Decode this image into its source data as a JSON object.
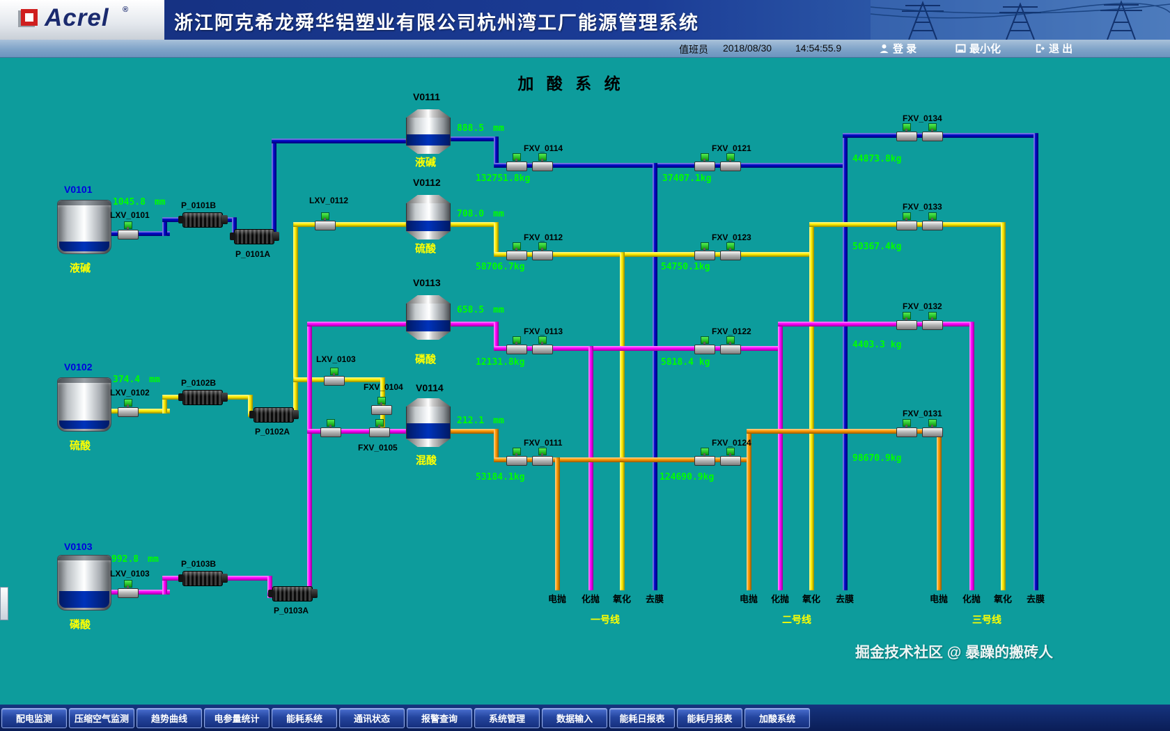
{
  "header": {
    "brand": "Acrel",
    "brand_reg": "®",
    "title": "浙江阿克希龙舜华铝塑业有限公司杭州湾工厂能源管理系统"
  },
  "statusbar": {
    "duty_officer": "值班员",
    "date": "2018/08/30",
    "time": "14:54:55.9",
    "login": "登 录",
    "minimize": "最小化",
    "logout": "退 出"
  },
  "diagram": {
    "title": "加 酸 系 统",
    "watermark": "掘金技术社区 @ 暴躁的搬砖人"
  },
  "colors": {
    "background": "#0d9c9c",
    "alkali_pipe": "#0008c8",
    "sulfuric_pipe": "#ffee00",
    "phosphoric_pipe": "#ff00ff",
    "mixed_pipe": "#ff9900",
    "value_text": "#00ff00"
  },
  "storage_tanks": [
    {
      "id": "V0101",
      "name": "液碱",
      "level": "1045.8",
      "unit": "mm",
      "valve": "LXV_0101",
      "pump_b": "P_0101B",
      "pump_a": "P_0101A"
    },
    {
      "id": "V0102",
      "name": "硫酸",
      "level": "374.4",
      "unit": "mm",
      "valve": "LXV_0102",
      "pump_b": "P_0102B",
      "pump_a": "P_0102A"
    },
    {
      "id": "V0103",
      "name": "磷酸",
      "level": "992.8",
      "unit": "mm",
      "valve": "LXV_0103",
      "pump_b": "P_0103B",
      "pump_a": "P_0103A"
    }
  ],
  "day_tanks": [
    {
      "id": "V0111",
      "name": "液碱",
      "level": "888.5",
      "unit": "mm"
    },
    {
      "id": "V0112",
      "name": "硫酸",
      "level": "708.0",
      "unit": "mm"
    },
    {
      "id": "V0113",
      "name": "磷酸",
      "level": "658.5",
      "unit": "mm"
    },
    {
      "id": "V0114",
      "name": "混酸",
      "level": "212.1",
      "unit": "mm"
    }
  ],
  "mid_valves": [
    {
      "id": "LXV_0112"
    },
    {
      "id": "LXV_0103"
    },
    {
      "id": "FXV_0104"
    },
    {
      "id": "FXV_0105"
    }
  ],
  "flow_stations": [
    {
      "id": "FXV_0114",
      "total": "132751.8kg"
    },
    {
      "id": "FXV_0121",
      "total": "37407.1kg"
    },
    {
      "id": "FXV_0134",
      "total": "44873.8kg"
    },
    {
      "id": "FXV_0112",
      "total": "58706.7kg"
    },
    {
      "id": "FXV_0123",
      "total": "54750.1kg"
    },
    {
      "id": "FXV_0133",
      "total": "50367.4kg"
    },
    {
      "id": "FXV_0113",
      "total": "12131.8kg"
    },
    {
      "id": "FXV_0122",
      "total": "5818.4 kg"
    },
    {
      "id": "FXV_0132",
      "total": "4403.3 kg"
    },
    {
      "id": "FXV_0111",
      "total": "53184.1kg"
    },
    {
      "id": "FXV_0124",
      "total": "124690.9kg"
    },
    {
      "id": "FXV_0131",
      "total": "98670.9kg"
    }
  ],
  "process_lines": [
    {
      "name": "一号线",
      "stations": [
        "电抛",
        "化抛",
        "氧化",
        "去膜"
      ]
    },
    {
      "name": "二号线",
      "stations": [
        "电抛",
        "化抛",
        "氧化",
        "去膜"
      ]
    },
    {
      "name": "三号线",
      "stations": [
        "电抛",
        "化抛",
        "氧化",
        "去膜"
      ]
    }
  ],
  "nav": {
    "items": [
      "配电监测",
      "压缩空气监测",
      "趋势曲线",
      "电参量统计",
      "能耗系统",
      "通讯状态",
      "报警查询",
      "系统管理",
      "数据输入",
      "能耗日报表",
      "能耗月报表",
      "加酸系统"
    ]
  }
}
